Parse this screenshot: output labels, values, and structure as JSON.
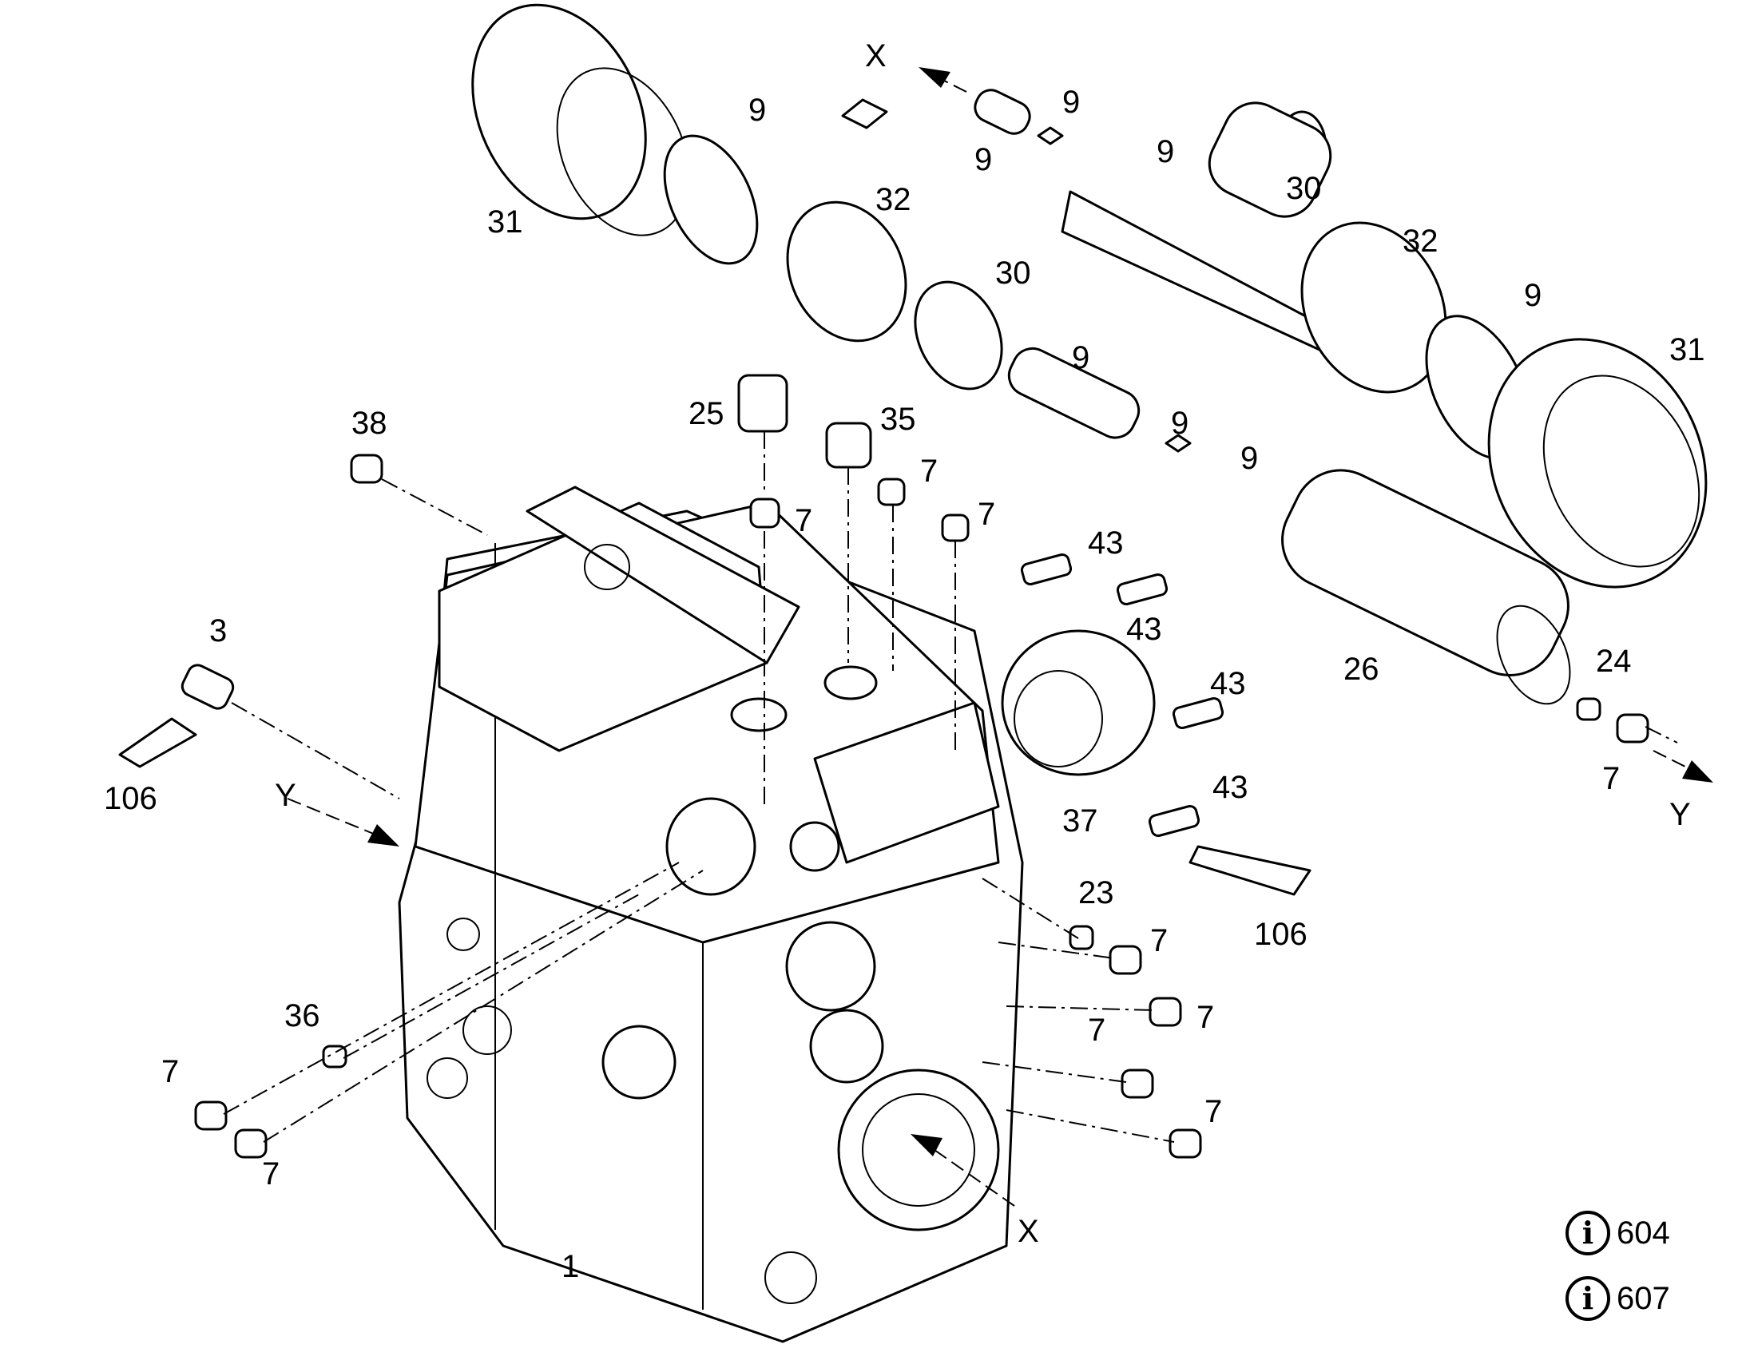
{
  "callouts": {
    "part_1": "1",
    "part_3": "3",
    "part_7_a": "7",
    "part_7_b": "7",
    "part_7_c": "7",
    "part_7_d": "7",
    "part_7_e": "7",
    "part_7_f": "7",
    "part_7_g": "7",
    "part_7_h": "7",
    "part_7_i": "7",
    "part_7_j": "7",
    "part_9_a": "9",
    "part_9_b": "9",
    "part_9_c": "9",
    "part_9_d": "9",
    "part_9_e": "9",
    "part_9_f": "9",
    "part_9_g": "9",
    "part_23": "23",
    "part_24": "24",
    "part_25": "25",
    "part_26": "26",
    "part_30_a": "30",
    "part_30_b": "30",
    "part_31_a": "31",
    "part_31_b": "31",
    "part_32_a": "32",
    "part_32_b": "32",
    "part_35": "35",
    "part_36": "36",
    "part_37": "37",
    "part_38": "38",
    "part_43_a": "43",
    "part_43_b": "43",
    "part_43_c": "43",
    "part_43_d": "43",
    "part_106_a": "106",
    "part_106_b": "106"
  },
  "axes": {
    "x_top": "X",
    "x_bottom": "X",
    "y_left": "Y",
    "y_right": "Y"
  },
  "references": [
    {
      "icon": "info-icon",
      "label": "604"
    },
    {
      "icon": "info-icon",
      "label": "607"
    }
  ]
}
